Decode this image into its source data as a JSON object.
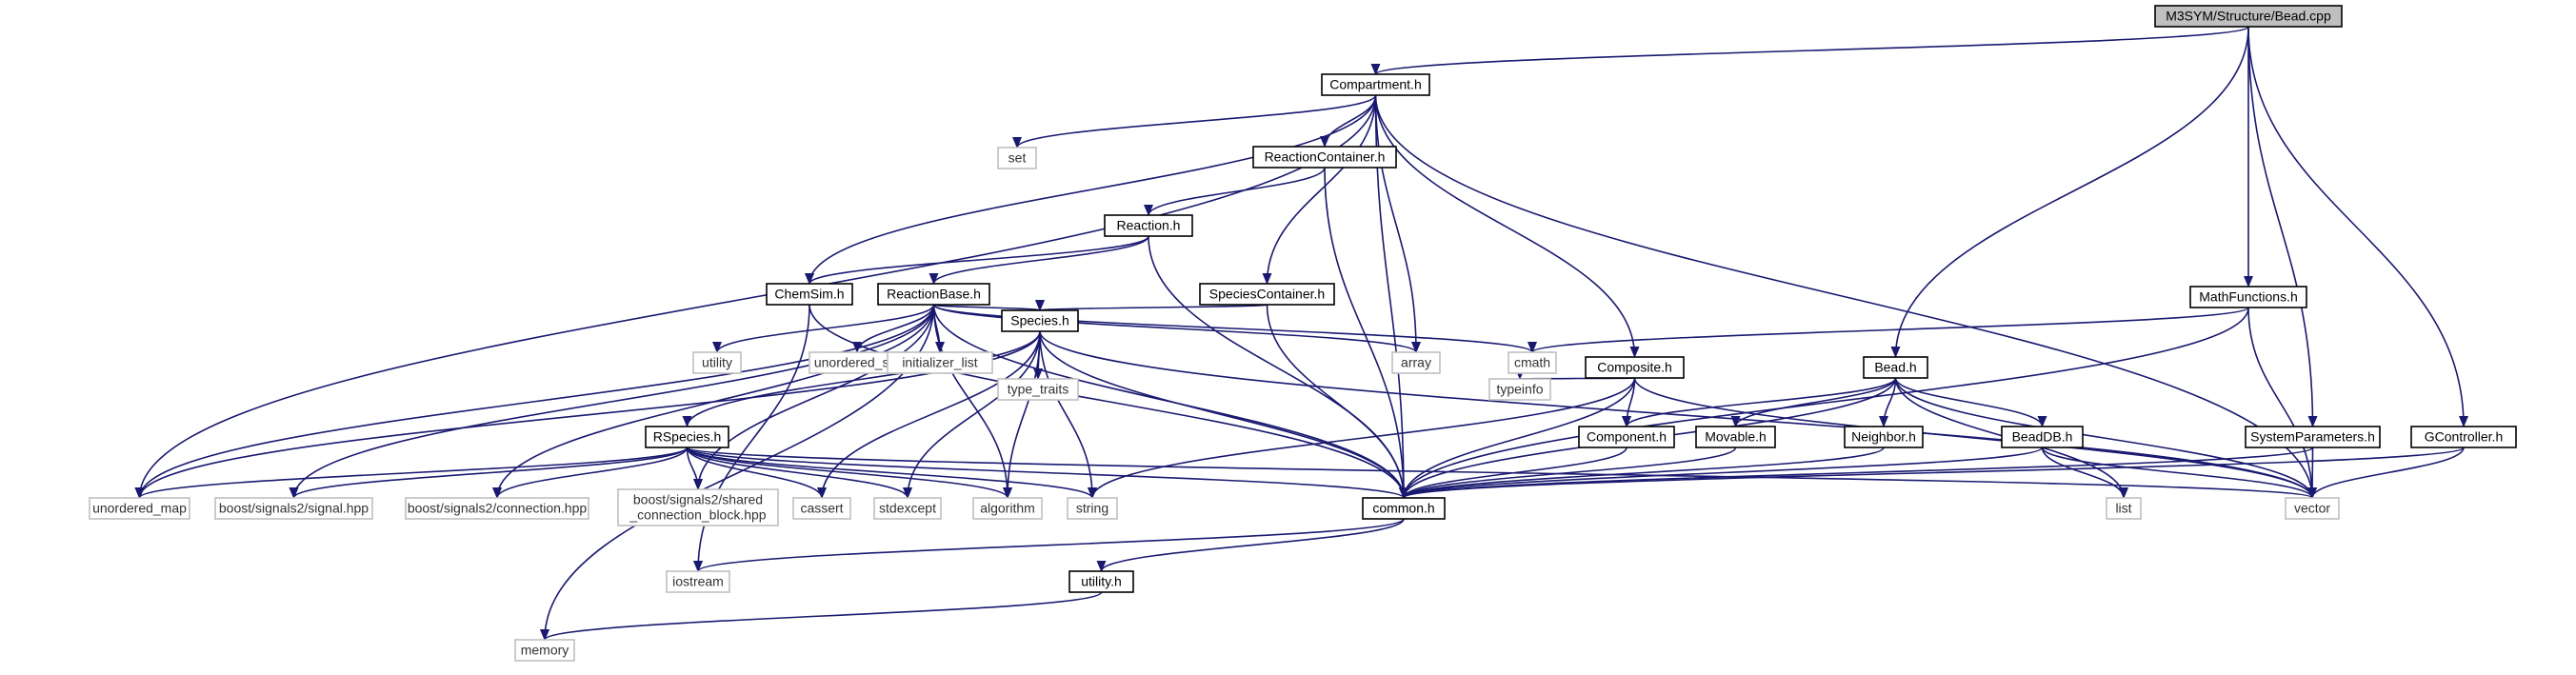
{
  "graph": {
    "title": "M3SYM/Structure/Bead.cpp",
    "colors": {
      "edge": "#191970",
      "root_fill": "#bfbfbf",
      "project_border": "#000000",
      "system_border": "#bfbfbf"
    },
    "nodes": [
      {
        "id": "bead_cpp",
        "lines": [
          "M3SYM/Structure/Bead.cpp"
        ],
        "kind": "root"
      },
      {
        "id": "compartment_h",
        "lines": [
          "Compartment.h"
        ],
        "kind": "project"
      },
      {
        "id": "set",
        "lines": [
          "set"
        ],
        "kind": "system"
      },
      {
        "id": "reactioncontainer_h",
        "lines": [
          "ReactionContainer.h"
        ],
        "kind": "project"
      },
      {
        "id": "reaction_h",
        "lines": [
          "Reaction.h"
        ],
        "kind": "project"
      },
      {
        "id": "chemsim_h",
        "lines": [
          "ChemSim.h"
        ],
        "kind": "project"
      },
      {
        "id": "reactionbase_h",
        "lines": [
          "ReactionBase.h"
        ],
        "kind": "project"
      },
      {
        "id": "speciescontainer_h",
        "lines": [
          "SpeciesContainer.h"
        ],
        "kind": "project"
      },
      {
        "id": "utility",
        "lines": [
          "utility"
        ],
        "kind": "system"
      },
      {
        "id": "unordered_set",
        "lines": [
          "unordered_set"
        ],
        "kind": "system"
      },
      {
        "id": "initializer_list",
        "lines": [
          "initializer_list"
        ],
        "kind": "system"
      },
      {
        "id": "species_h",
        "lines": [
          "Species.h"
        ],
        "kind": "project"
      },
      {
        "id": "array",
        "lines": [
          "array"
        ],
        "kind": "system"
      },
      {
        "id": "cmath",
        "lines": [
          "cmath"
        ],
        "kind": "system"
      },
      {
        "id": "composite_h",
        "lines": [
          "Composite.h"
        ],
        "kind": "project"
      },
      {
        "id": "typeinfo",
        "lines": [
          "typeinfo"
        ],
        "kind": "system"
      },
      {
        "id": "type_traits",
        "lines": [
          "type_traits"
        ],
        "kind": "system"
      },
      {
        "id": "rspecies_h",
        "lines": [
          "RSpecies.h"
        ],
        "kind": "project"
      },
      {
        "id": "unordered_map",
        "lines": [
          "unordered_map"
        ],
        "kind": "system"
      },
      {
        "id": "signal_hpp",
        "lines": [
          "boost/signals2/signal.hpp"
        ],
        "kind": "system"
      },
      {
        "id": "connection_hpp",
        "lines": [
          "boost/signals2/connection.hpp"
        ],
        "kind": "system"
      },
      {
        "id": "shared_conn_hpp",
        "lines": [
          "boost/signals2/shared",
          "_connection_block.hpp"
        ],
        "kind": "system"
      },
      {
        "id": "cassert",
        "lines": [
          "cassert"
        ],
        "kind": "system"
      },
      {
        "id": "stdexcept",
        "lines": [
          "stdexcept"
        ],
        "kind": "system"
      },
      {
        "id": "algorithm",
        "lines": [
          "algorithm"
        ],
        "kind": "system"
      },
      {
        "id": "string",
        "lines": [
          "string"
        ],
        "kind": "system"
      },
      {
        "id": "common_h",
        "lines": [
          "common.h"
        ],
        "kind": "project"
      },
      {
        "id": "component_h",
        "lines": [
          "Component.h"
        ],
        "kind": "project"
      },
      {
        "id": "movable_h",
        "lines": [
          "Movable.h"
        ],
        "kind": "project"
      },
      {
        "id": "neighbor_h",
        "lines": [
          "Neighbor.h"
        ],
        "kind": "project"
      },
      {
        "id": "beaddb_h",
        "lines": [
          "BeadDB.h"
        ],
        "kind": "project"
      },
      {
        "id": "bead_h",
        "lines": [
          "Bead.h"
        ],
        "kind": "project"
      },
      {
        "id": "mathfunctions_h",
        "lines": [
          "MathFunctions.h"
        ],
        "kind": "project"
      },
      {
        "id": "systemparameters_h",
        "lines": [
          "SystemParameters.h"
        ],
        "kind": "project"
      },
      {
        "id": "gcontroller_h",
        "lines": [
          "GController.h"
        ],
        "kind": "project"
      },
      {
        "id": "list",
        "lines": [
          "list"
        ],
        "kind": "system"
      },
      {
        "id": "vector",
        "lines": [
          "vector"
        ],
        "kind": "system"
      },
      {
        "id": "iostream",
        "lines": [
          "iostream"
        ],
        "kind": "system"
      },
      {
        "id": "utility_h",
        "lines": [
          "utility.h"
        ],
        "kind": "project"
      },
      {
        "id": "memory",
        "lines": [
          "memory"
        ],
        "kind": "system"
      }
    ],
    "edges": [
      [
        "bead_cpp",
        "compartment_h"
      ],
      [
        "bead_cpp",
        "bead_h"
      ],
      [
        "bead_cpp",
        "mathfunctions_h"
      ],
      [
        "bead_cpp",
        "systemparameters_h"
      ],
      [
        "bead_cpp",
        "gcontroller_h"
      ],
      [
        "compartment_h",
        "set"
      ],
      [
        "compartment_h",
        "reactioncontainer_h"
      ],
      [
        "compartment_h",
        "chemsim_h"
      ],
      [
        "compartment_h",
        "speciescontainer_h"
      ],
      [
        "compartment_h",
        "array"
      ],
      [
        "compartment_h",
        "composite_h"
      ],
      [
        "compartment_h",
        "unordered_map"
      ],
      [
        "compartment_h",
        "common_h"
      ],
      [
        "compartment_h",
        "vector"
      ],
      [
        "reactioncontainer_h",
        "reaction_h"
      ],
      [
        "reactioncontainer_h",
        "common_h"
      ],
      [
        "reaction_h",
        "chemsim_h"
      ],
      [
        "reaction_h",
        "reactionbase_h"
      ],
      [
        "reaction_h",
        "common_h"
      ],
      [
        "chemsim_h",
        "iostream"
      ],
      [
        "chemsim_h",
        "common_h"
      ],
      [
        "speciescontainer_h",
        "species_h"
      ],
      [
        "speciescontainer_h",
        "common_h"
      ],
      [
        "reactionbase_h",
        "utility"
      ],
      [
        "reactionbase_h",
        "unordered_set"
      ],
      [
        "reactionbase_h",
        "initializer_list"
      ],
      [
        "reactionbase_h",
        "species_h"
      ],
      [
        "reactionbase_h",
        "array"
      ],
      [
        "reactionbase_h",
        "cmath"
      ],
      [
        "reactionbase_h",
        "memory"
      ],
      [
        "reactionbase_h",
        "signal_hpp"
      ],
      [
        "reactionbase_h",
        "connection_hpp"
      ],
      [
        "reactionbase_h",
        "shared_conn_hpp"
      ],
      [
        "reactionbase_h",
        "algorithm"
      ],
      [
        "reactionbase_h",
        "common_h"
      ],
      [
        "reactionbase_h",
        "unordered_map"
      ],
      [
        "species_h",
        "type_traits"
      ],
      [
        "species_h",
        "rspecies_h"
      ],
      [
        "species_h",
        "unordered_map"
      ],
      [
        "species_h",
        "cassert"
      ],
      [
        "species_h",
        "stdexcept"
      ],
      [
        "species_h",
        "algorithm"
      ],
      [
        "species_h",
        "string"
      ],
      [
        "species_h",
        "common_h"
      ],
      [
        "species_h",
        "vector"
      ],
      [
        "rspecies_h",
        "unordered_map"
      ],
      [
        "rspecies_h",
        "signal_hpp"
      ],
      [
        "rspecies_h",
        "connection_hpp"
      ],
      [
        "rspecies_h",
        "shared_conn_hpp"
      ],
      [
        "rspecies_h",
        "cassert"
      ],
      [
        "rspecies_h",
        "stdexcept"
      ],
      [
        "rspecies_h",
        "algorithm"
      ],
      [
        "rspecies_h",
        "string"
      ],
      [
        "rspecies_h",
        "common_h"
      ],
      [
        "rspecies_h",
        "vector"
      ],
      [
        "composite_h",
        "typeinfo"
      ],
      [
        "composite_h",
        "component_h"
      ],
      [
        "composite_h",
        "common_h"
      ],
      [
        "composite_h",
        "string"
      ],
      [
        "composite_h",
        "vector"
      ],
      [
        "component_h",
        "common_h"
      ],
      [
        "movable_h",
        "common_h"
      ],
      [
        "neighbor_h",
        "common_h"
      ],
      [
        "bead_h",
        "component_h"
      ],
      [
        "bead_h",
        "movable_h"
      ],
      [
        "bead_h",
        "neighbor_h"
      ],
      [
        "bead_h",
        "beaddb_h"
      ],
      [
        "bead_h",
        "common_h"
      ],
      [
        "bead_h",
        "list"
      ],
      [
        "bead_h",
        "vector"
      ],
      [
        "beaddb_h",
        "list"
      ],
      [
        "beaddb_h",
        "common_h"
      ],
      [
        "beaddb_h",
        "vector"
      ],
      [
        "mathfunctions_h",
        "cmath"
      ],
      [
        "mathfunctions_h",
        "common_h"
      ],
      [
        "mathfunctions_h",
        "vector"
      ],
      [
        "systemparameters_h",
        "common_h"
      ],
      [
        "systemparameters_h",
        "vector"
      ],
      [
        "gcontroller_h",
        "common_h"
      ],
      [
        "gcontroller_h",
        "vector"
      ],
      [
        "common_h",
        "iostream"
      ],
      [
        "common_h",
        "utility_h"
      ],
      [
        "utility_h",
        "memory"
      ]
    ]
  }
}
